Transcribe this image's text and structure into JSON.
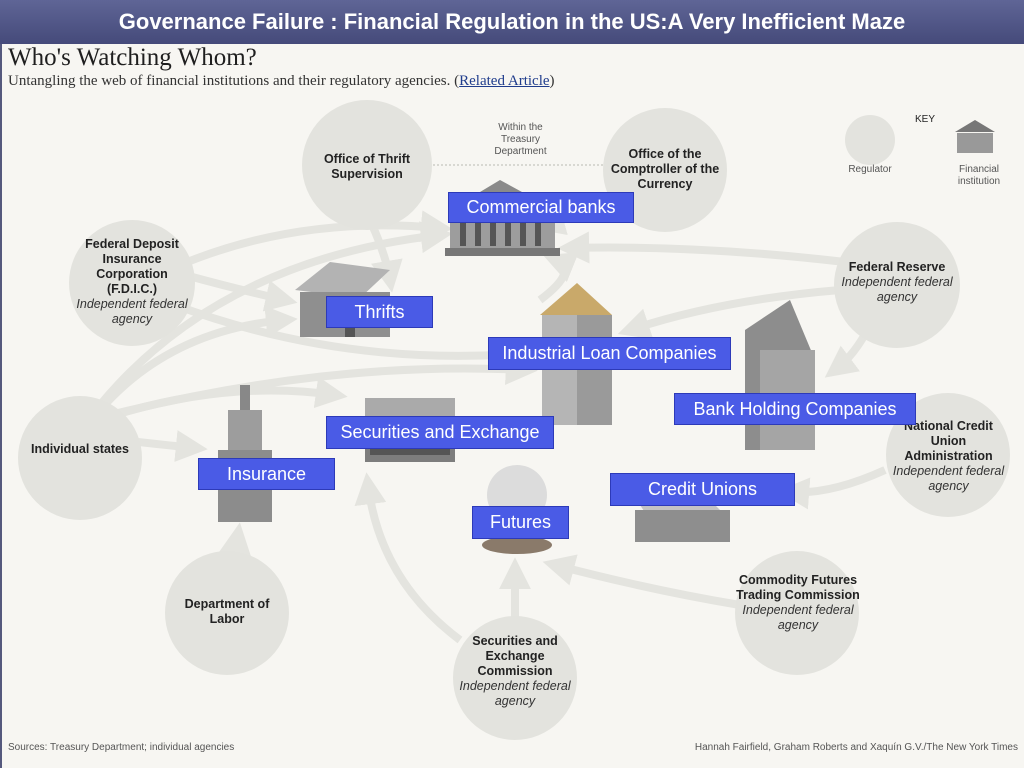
{
  "slide_title": "Governance Failure : Financial Regulation in the US:A Very Inefficient Maze",
  "heading": "Who's Watching Whom?",
  "subheading": "Untangling the web of financial institutions and their regulatory agencies.",
  "related_link": "Related Article",
  "treasury_note": "Within the Treasury Department",
  "key": {
    "title": "KEY",
    "regulator": "Regulator",
    "institution": "Financial institution"
  },
  "regulators": {
    "ots": {
      "name": "Office of Thrift Supervision",
      "sub": ""
    },
    "occ": {
      "name": "Office of the Comptroller of the Currency",
      "sub": ""
    },
    "fdic": {
      "name": "Federal Deposit Insurance Corporation (F.D.I.C.)",
      "sub": "Independent federal agency"
    },
    "fed": {
      "name": "Federal Reserve",
      "sub": "Independent federal agency"
    },
    "states": {
      "name": "Individual states",
      "sub": ""
    },
    "ncua": {
      "name": "National Credit Union Administration",
      "sub": "Independent federal agency"
    },
    "dol": {
      "name": "Department of Labor",
      "sub": ""
    },
    "sec": {
      "name": "Securities and Exchange Commission",
      "sub": "Independent federal agency"
    },
    "cftc": {
      "name": "Commodity Futures Trading Commission",
      "sub": "Independent federal agency"
    }
  },
  "institutions": {
    "commercial_banks": "Commercial banks",
    "thrifts": "Thrifts",
    "industrial_loan": "Industrial Loan Companies",
    "bank_holding": "Bank Holding Companies",
    "securities": "Securities and Exchange",
    "insurance": "Insurance",
    "credit_unions": "Credit Unions",
    "futures": "Futures"
  },
  "sources": "Sources: Treasury Department; individual agencies",
  "credit": "Hannah Fairfield, Graham Roberts and Xaquín G.V./The New York Times"
}
